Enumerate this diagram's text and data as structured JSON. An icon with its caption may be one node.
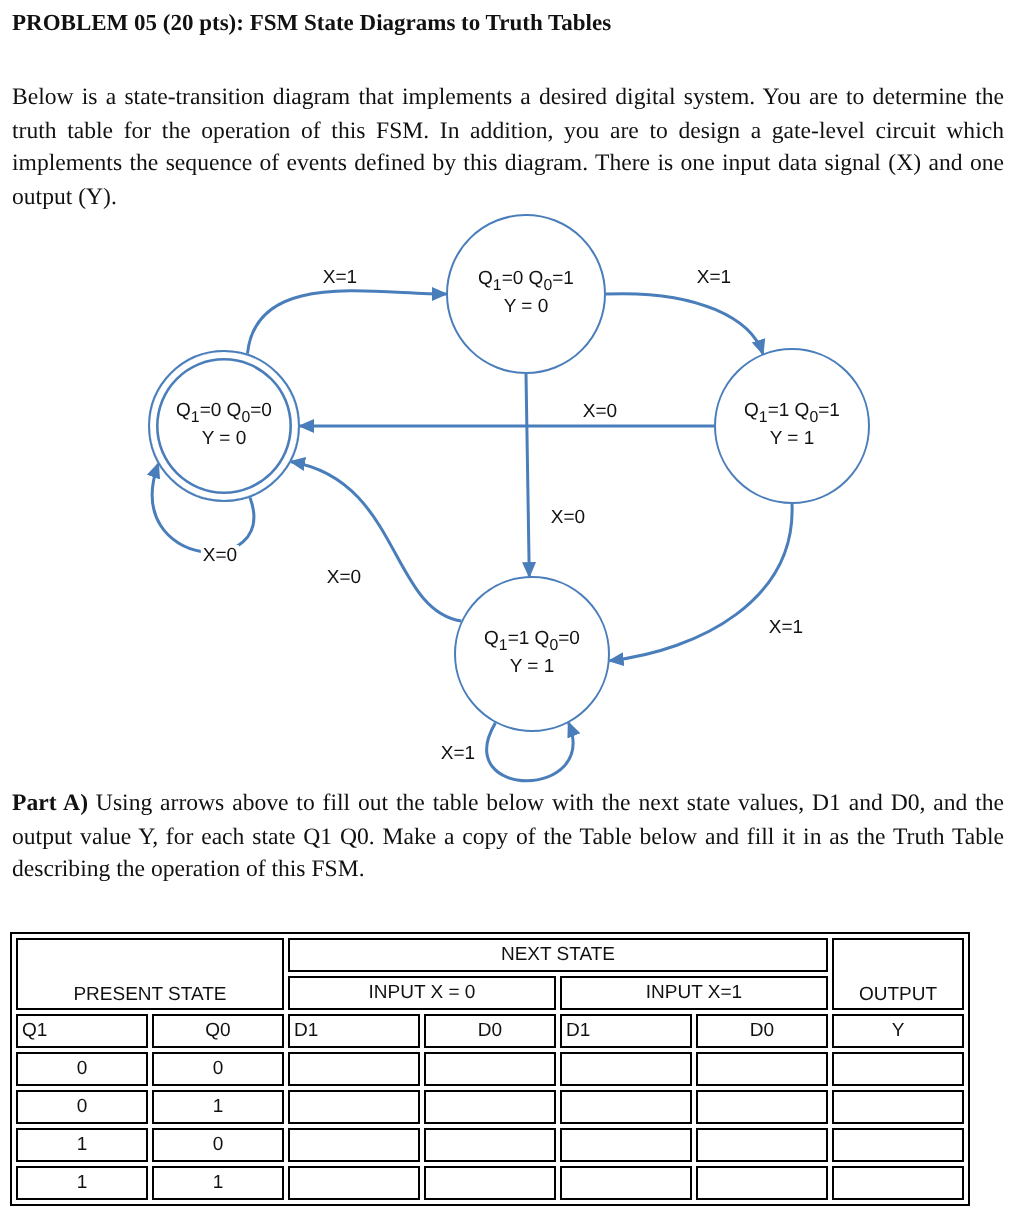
{
  "diagram": {
    "title": "PROBLEM 05 (20 pts): FSM State Diagrams to Truth Tables",
    "nodes": [
      {
        "text": [
          "Q$_{1}$=0 Q$_{0}$=0",
          "Y = 0"
        ]
      },
      {
        "text": [
          "Q$_{1}$=0 Q$_{0}$=1",
          "Y = 0"
        ]
      },
      {
        "text": [
          "Q$_{1}$=1 Q$_{0}$=1",
          "Y = 1"
        ]
      },
      {
        "text": [
          "Q$_{1}$=1 Q$_{0}$=0",
          "Y = 1"
        ]
      }
    ],
    "edges": [
      {
        "from": 0,
        "to": 1,
        "arrow": "to",
        "label": "X=1"
      },
      {
        "from": 1,
        "to": 2,
        "arrow": "to",
        "label": "X=1"
      },
      {
        "from": 2,
        "to": 0,
        "arrow": "to",
        "label": "X=0"
      },
      {
        "from": 1,
        "to": 3,
        "arrow": "to",
        "label": "X=0"
      },
      {
        "from": 0,
        "to": 0,
        "arrow": "to",
        "label": "X=0"
      },
      {
        "from": 3,
        "to": 0,
        "arrow": "to",
        "label": "X=0"
      },
      {
        "from": 2,
        "to": 3,
        "arrow": "to",
        "label": "X=1"
      },
      {
        "from": 3,
        "to": 3,
        "arrow": "to",
        "label": "X=1"
      }
    ],
    "labels": [
      "Below is a state-transition diagram that implements a desired digital system. You are to determine the truth table for the operation of this FSM. In addition, you are to design a gate-level circuit which implements the sequence of events defined by this diagram. There is one input data signal (X) and one output (Y).",
      "**Part A)** Using arrows above to fill out the table below with the next state values, D1 and D0, and the output value Y, for each state Q1 Q0.  Make a copy of the Table below and fill it in as the Truth Table describing the operation of this FSM.",
      "NEXT STATE",
      "PRESENT STATE",
      "INPUT  X = 0",
      "INPUT  X=1",
      "OUTPUT",
      "Q1",
      "Q0",
      "D1",
      "D0",
      "D1",
      "D0",
      "Y",
      "0",
      "0",
      "0",
      "1",
      "1",
      "0",
      "1",
      "1"
    ]
  }
}
